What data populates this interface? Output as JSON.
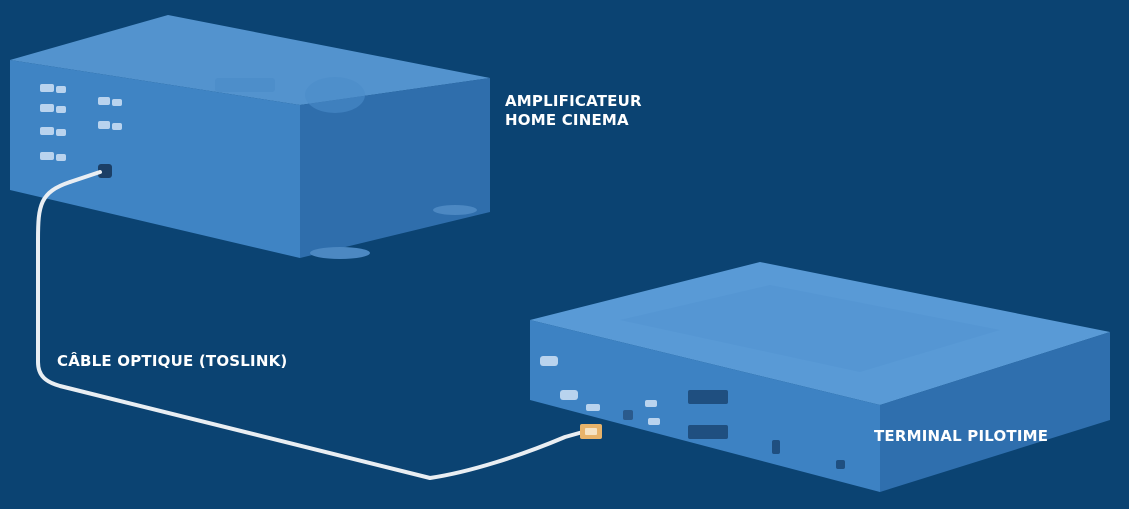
{
  "labels": {
    "amplifier_line1": "AMPLIFICATEUR",
    "amplifier_line2": "HOME CINEMA",
    "cable": "CÂBLE OPTIQUE (TOSLINK)",
    "terminal": "TERMINAL PILOTIME"
  },
  "colors": {
    "background": "#0b4372",
    "device_front": "#3d82c3",
    "device_top": "#5a9ad6",
    "device_side": "#2f6fae",
    "cable": "#e9eef3",
    "connector": "#e8b36a",
    "text": "#ffffff"
  }
}
